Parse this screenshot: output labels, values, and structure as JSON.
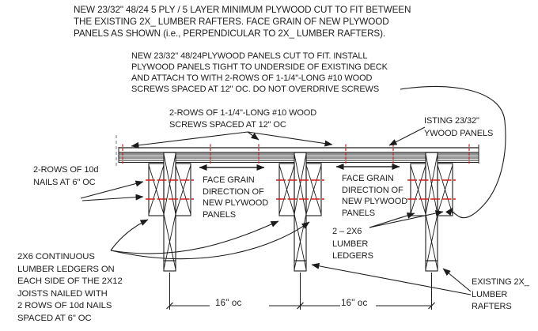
{
  "title": "Plywood retrofit detail at existing lumber rafters",
  "colors": {
    "line": "#1c1c1c",
    "highlight_red": "#cf1d1d"
  },
  "notes": {
    "top": "NEW 23/32\" 48/24 5 PLY / 5 LAYER MINIMUM PLYWOOD CUT TO FIT BETWEEN\nTHE EXISTING 2X_ LUMBER RAFTERS. FACE GRAIN OF NEW PLYWOOD\nPANELS AS SHOWN (i.e., PERPENDICULAR TO 2X_ LUMBER RAFTERS).",
    "install": "NEW 23/32\" 48/24PLYWOOD PANELS CUT TO FIT. INSTALL\nPLYWOOD PANELS TIGHT TO UNDERSIDE OF EXISTING DECK\nAND ATTACH TO WITH 2-ROWS OF 1-1/4\"-LONG #10 WOOD\nSCREWS SPACED AT 12\" OC. DO NOT OVERDRIVE SCREWS",
    "ledgers": "2X6 CONTINUOUS\nLUMBER LEDGERS ON\nEACH SIDE OF THE 2X12\nJOISTS NAILED WITH\n2 ROWS OF 10d NAILS\nSPACED AT 6\" OC"
  },
  "labels": {
    "screw_rows": "2-ROWS OF 1-1/4\"-LONG #10 WOOD\nSCREWS SPACED AT 12\" OC",
    "existing_panels": "ISTING 23/32\"\nYWOOD PANELS",
    "nail_rows": "2-ROWS OF 10d\nNAILS AT 6\" OC",
    "face_grain_1": "FACE GRAIN\nDIRECTION OF\nNEW PLYWOOD\nPANELS",
    "face_grain_2": "FACE GRAIN\nDIRECTION OF\nNEW PLYWOOD\nPANELS",
    "two_2x6": "2 – 2X6\nLUMBER\nLEDGERS",
    "rafters": "EXISTING 2X_\nLUMBER\nRAFTERS"
  },
  "dims": {
    "left": "16\" oc",
    "right": "16\" oc"
  }
}
